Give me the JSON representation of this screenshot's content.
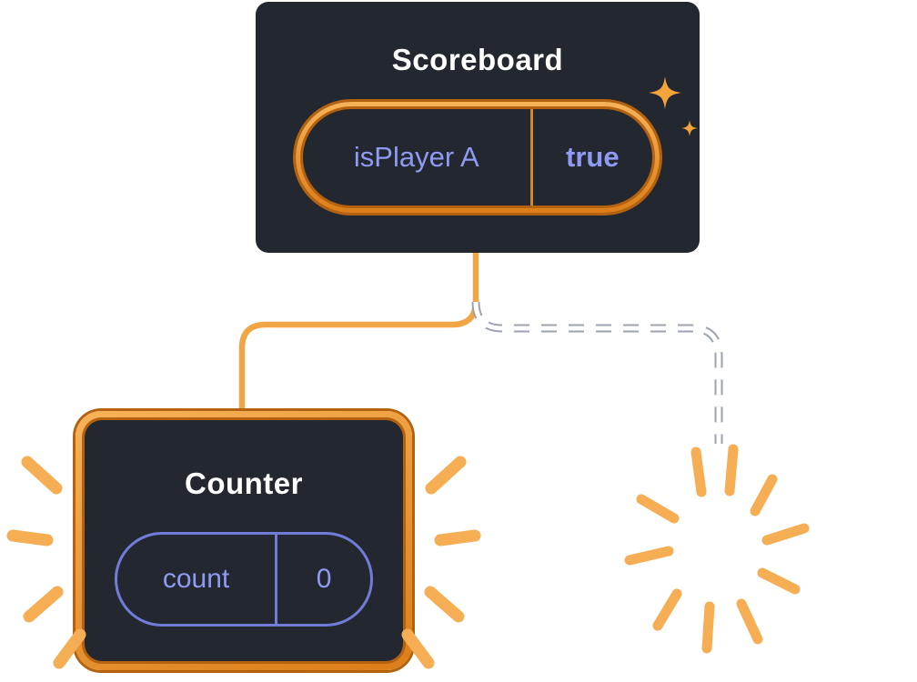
{
  "scoreboard": {
    "title": "Scoreboard",
    "prop": {
      "name": "isPlayer A",
      "value": "true"
    }
  },
  "counter": {
    "title": "Counter",
    "state": {
      "name": "count",
      "value": "0"
    }
  },
  "colors": {
    "panel_dark": "#23272F",
    "connector_orange": "#F2A544",
    "highlight_orange": "#F6AE55",
    "border_orange_dark": "#B4620F",
    "purple_text": "#8F9AF3",
    "purple_border": "#717CD8",
    "title_white": "#FFFFFF"
  },
  "icons": {
    "sparkles": "sparkles-icon",
    "poof": "poof-burst-icon",
    "emphasis": "emphasis-rays-icon"
  }
}
